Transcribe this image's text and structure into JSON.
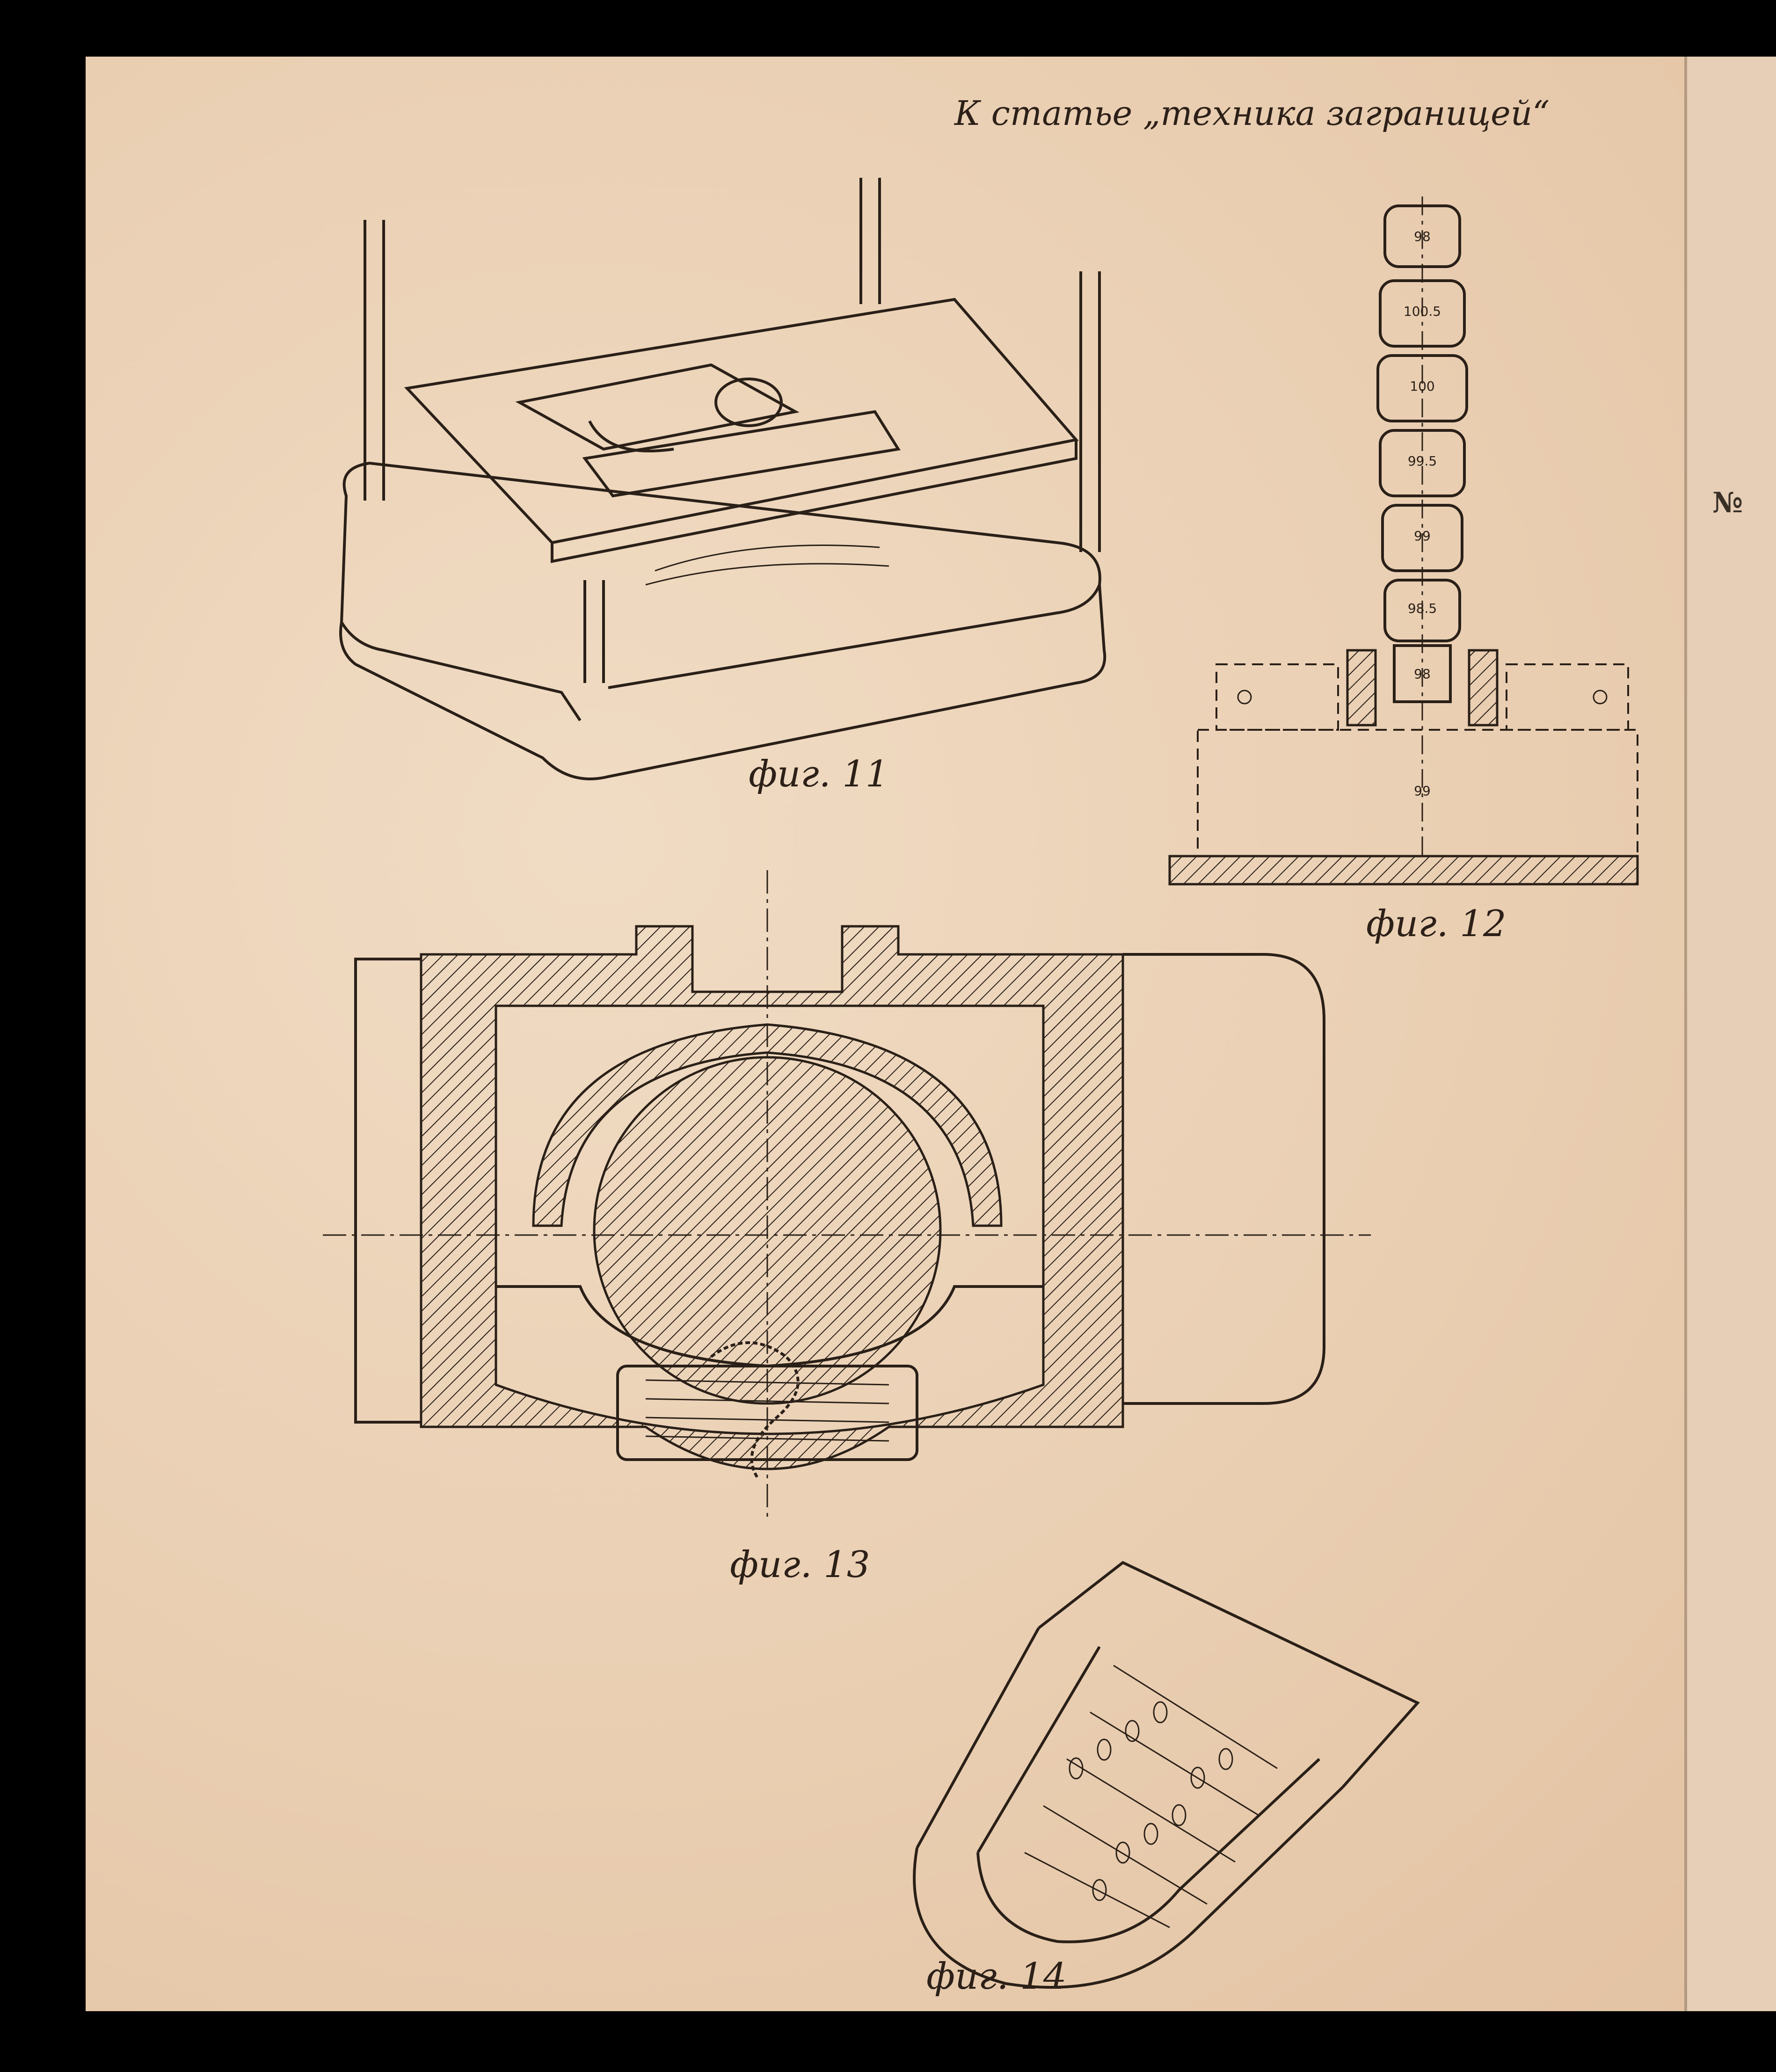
{
  "header": {
    "text": "К статье „техника заграницей“"
  },
  "figures": {
    "fig11": "фиг. 11",
    "fig12": "фиг. 12",
    "fig13": "фиг. 13",
    "fig14": "фиг. 14"
  },
  "fig12_dimensions": [
    "98",
    "100.5",
    "100",
    "99.5",
    "99",
    "98.5",
    "98",
    "99"
  ],
  "side_strip": {
    "mark": "№"
  }
}
